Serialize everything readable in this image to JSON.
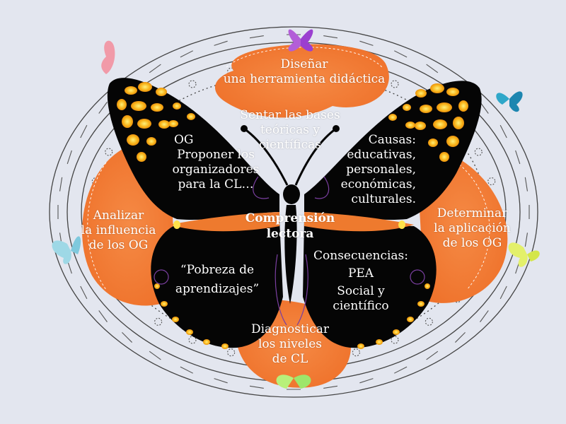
{
  "center": {
    "line1": "Comprensión",
    "line2": "lectora"
  },
  "petals": {
    "top_outer": {
      "line1": "Diseñar",
      "line2": "una herramienta didáctica"
    },
    "top_inner": {
      "line1": "Sentar las bases",
      "line2": "teóricas y",
      "line3": "científicas"
    },
    "left": {
      "line1": "Analizar",
      "line2": "la influencia",
      "line3": "de los OG"
    },
    "right": {
      "line1": "Determinar",
      "line2": "la aplicación",
      "line3": "de los OG"
    },
    "bottom": {
      "line1": "Diagnosticar",
      "line2": "los niveles",
      "line3": "de CL"
    }
  },
  "wings": {
    "upper_left": {
      "line1": "OG",
      "line2": "Proponer los",
      "line3": "organizadores",
      "line4": "para la CL…"
    },
    "upper_right": {
      "line1": "Causas:",
      "line2": "educativas,",
      "line3": "personales,",
      "line4": "económicas,",
      "line5": "culturales."
    },
    "lower_left": {
      "line1": "“Pobreza de",
      "line2": "aprendizajes”"
    },
    "lower_right": {
      "line1": "Consecuencias:",
      "line2": "PEA",
      "line3": "Social y",
      "line4": "científico"
    }
  },
  "colors": {
    "background": "#e3e6ef",
    "petal_orange": "#f07a33",
    "wing_black": "#050505",
    "spot_orange": "#f5a410",
    "spot_yellow": "#ffe24a",
    "ring_line": "#444444"
  },
  "icons": {
    "deco_butterflies": [
      "purple-butterfly-icon",
      "pink-butterfly-icon",
      "blue-butterfly-icon",
      "lightblue-butterfly-icon",
      "yellow-butterfly-icon",
      "green-butterfly-icon"
    ]
  }
}
